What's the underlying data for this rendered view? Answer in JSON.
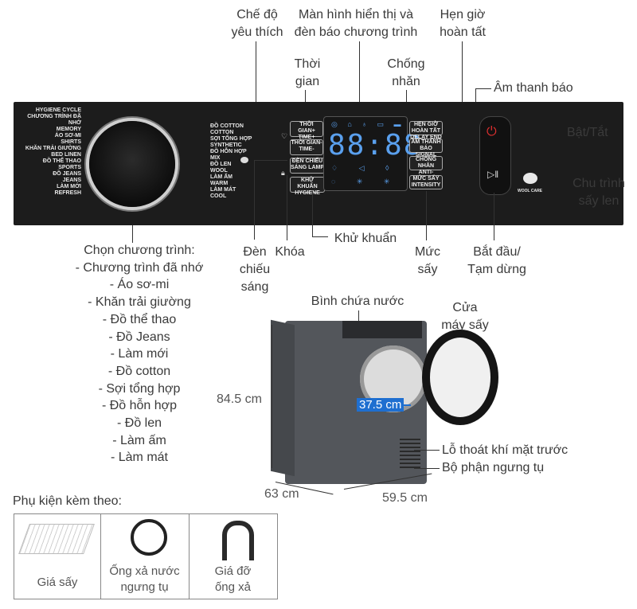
{
  "callouts": {
    "favorite": "Chế độ\nyêu thích",
    "display": "Màn hình hiển thị và\nđèn báo chương trình",
    "end_timer": "Hẹn giờ\nhoàn tất",
    "time": "Thời\ngian",
    "anti_crease": "Chống\nnhăn",
    "sound": "Âm thanh báo",
    "power": "Bật/Tắt",
    "wool": "Chu trình\nsấy len",
    "lamp": "Đèn\nchiếu\nsáng",
    "lock": "Khóa",
    "hygiene": "Khử khuẩn",
    "dry_level": "Mức\nsấy",
    "start_pause": "Bắt đầu/\nTạm dừng",
    "programs": "Chọn chương trình:\n- Chương trình đã nhớ\n- Áo sơ-mi\n- Khăn trải giường\n- Đồ thể thao\n- Đồ Jeans\n- Làm mới\n- Đồ cotton\n- Sợi tổng hợp\n- Đồ hỗn hợp\n- Đồ len\n- Làm ấm\n- Làm mát"
  },
  "panel": {
    "left_programs": "HYGIENE CYCLE\nCHƯƠNG TRÌNH ĐÃ NHỚ\nMEMORY\nÁO SƠ-MI\nSHIRTS\nKHĂN TRẢI GIƯỜNG\nBED LINEN\nĐỒ THỂ THAO\nSPORTS\nĐỒ JEANS\nJEANS\nLÀM MỚI\nREFRESH",
    "right_programs": "ĐỒ COTTON\nCOTTON\nSỢI TỔNG HỢP\nSYNTHETIC\nĐỒ HỖN HỢP\nMIX\nĐỒ LEN\nWOOL\nLÀM ẤM\nWARM\nLÀM MÁT\nCOOL",
    "time_plus": "THỜI GIAN+\nTIME+",
    "time_minus": "THỜI GIAN-\nTIME-",
    "lamp_btn": "ĐÈN CHIẾU SÁNG\nLAMP",
    "hygiene_btn": "KHỬ KHUẨN\nHYGIENE",
    "end_btn": "HẸN GIỜ HOÀN TẤT\nDELAY END",
    "signal_btn": "ÂM THANH BÁO\nSIGNAL",
    "crease_btn": "CHỐNG NHĂN\nANTI-CREASE",
    "intensity_btn": "MỨC SẤY\nINTENSITY",
    "display_digits": "88:88",
    "wool_care": "WOOL CARE"
  },
  "dryer": {
    "tank": "Bình chứa nước",
    "door": "Cửa\nmáy sấy",
    "height": "84.5 cm",
    "door_diameter": "37.5 cm",
    "vent": "Lỗ thoát khí mặt trước",
    "condenser": "Bộ phận ngưng tụ",
    "depth": "63 cm",
    "width": "59.5 cm"
  },
  "accessories": {
    "title": "Phụ kiện kèm theo:",
    "items": [
      "Giá sấy",
      "Ống xả nước\nngưng tụ",
      "Giá đỡ\nống xả"
    ]
  },
  "colors": {
    "panel": "#1c1c1c",
    "display_blue": "#5aa0ee",
    "power_red": "#e03030",
    "label_blue": "#1f6fd0",
    "dryer_grey": "#53565b"
  }
}
